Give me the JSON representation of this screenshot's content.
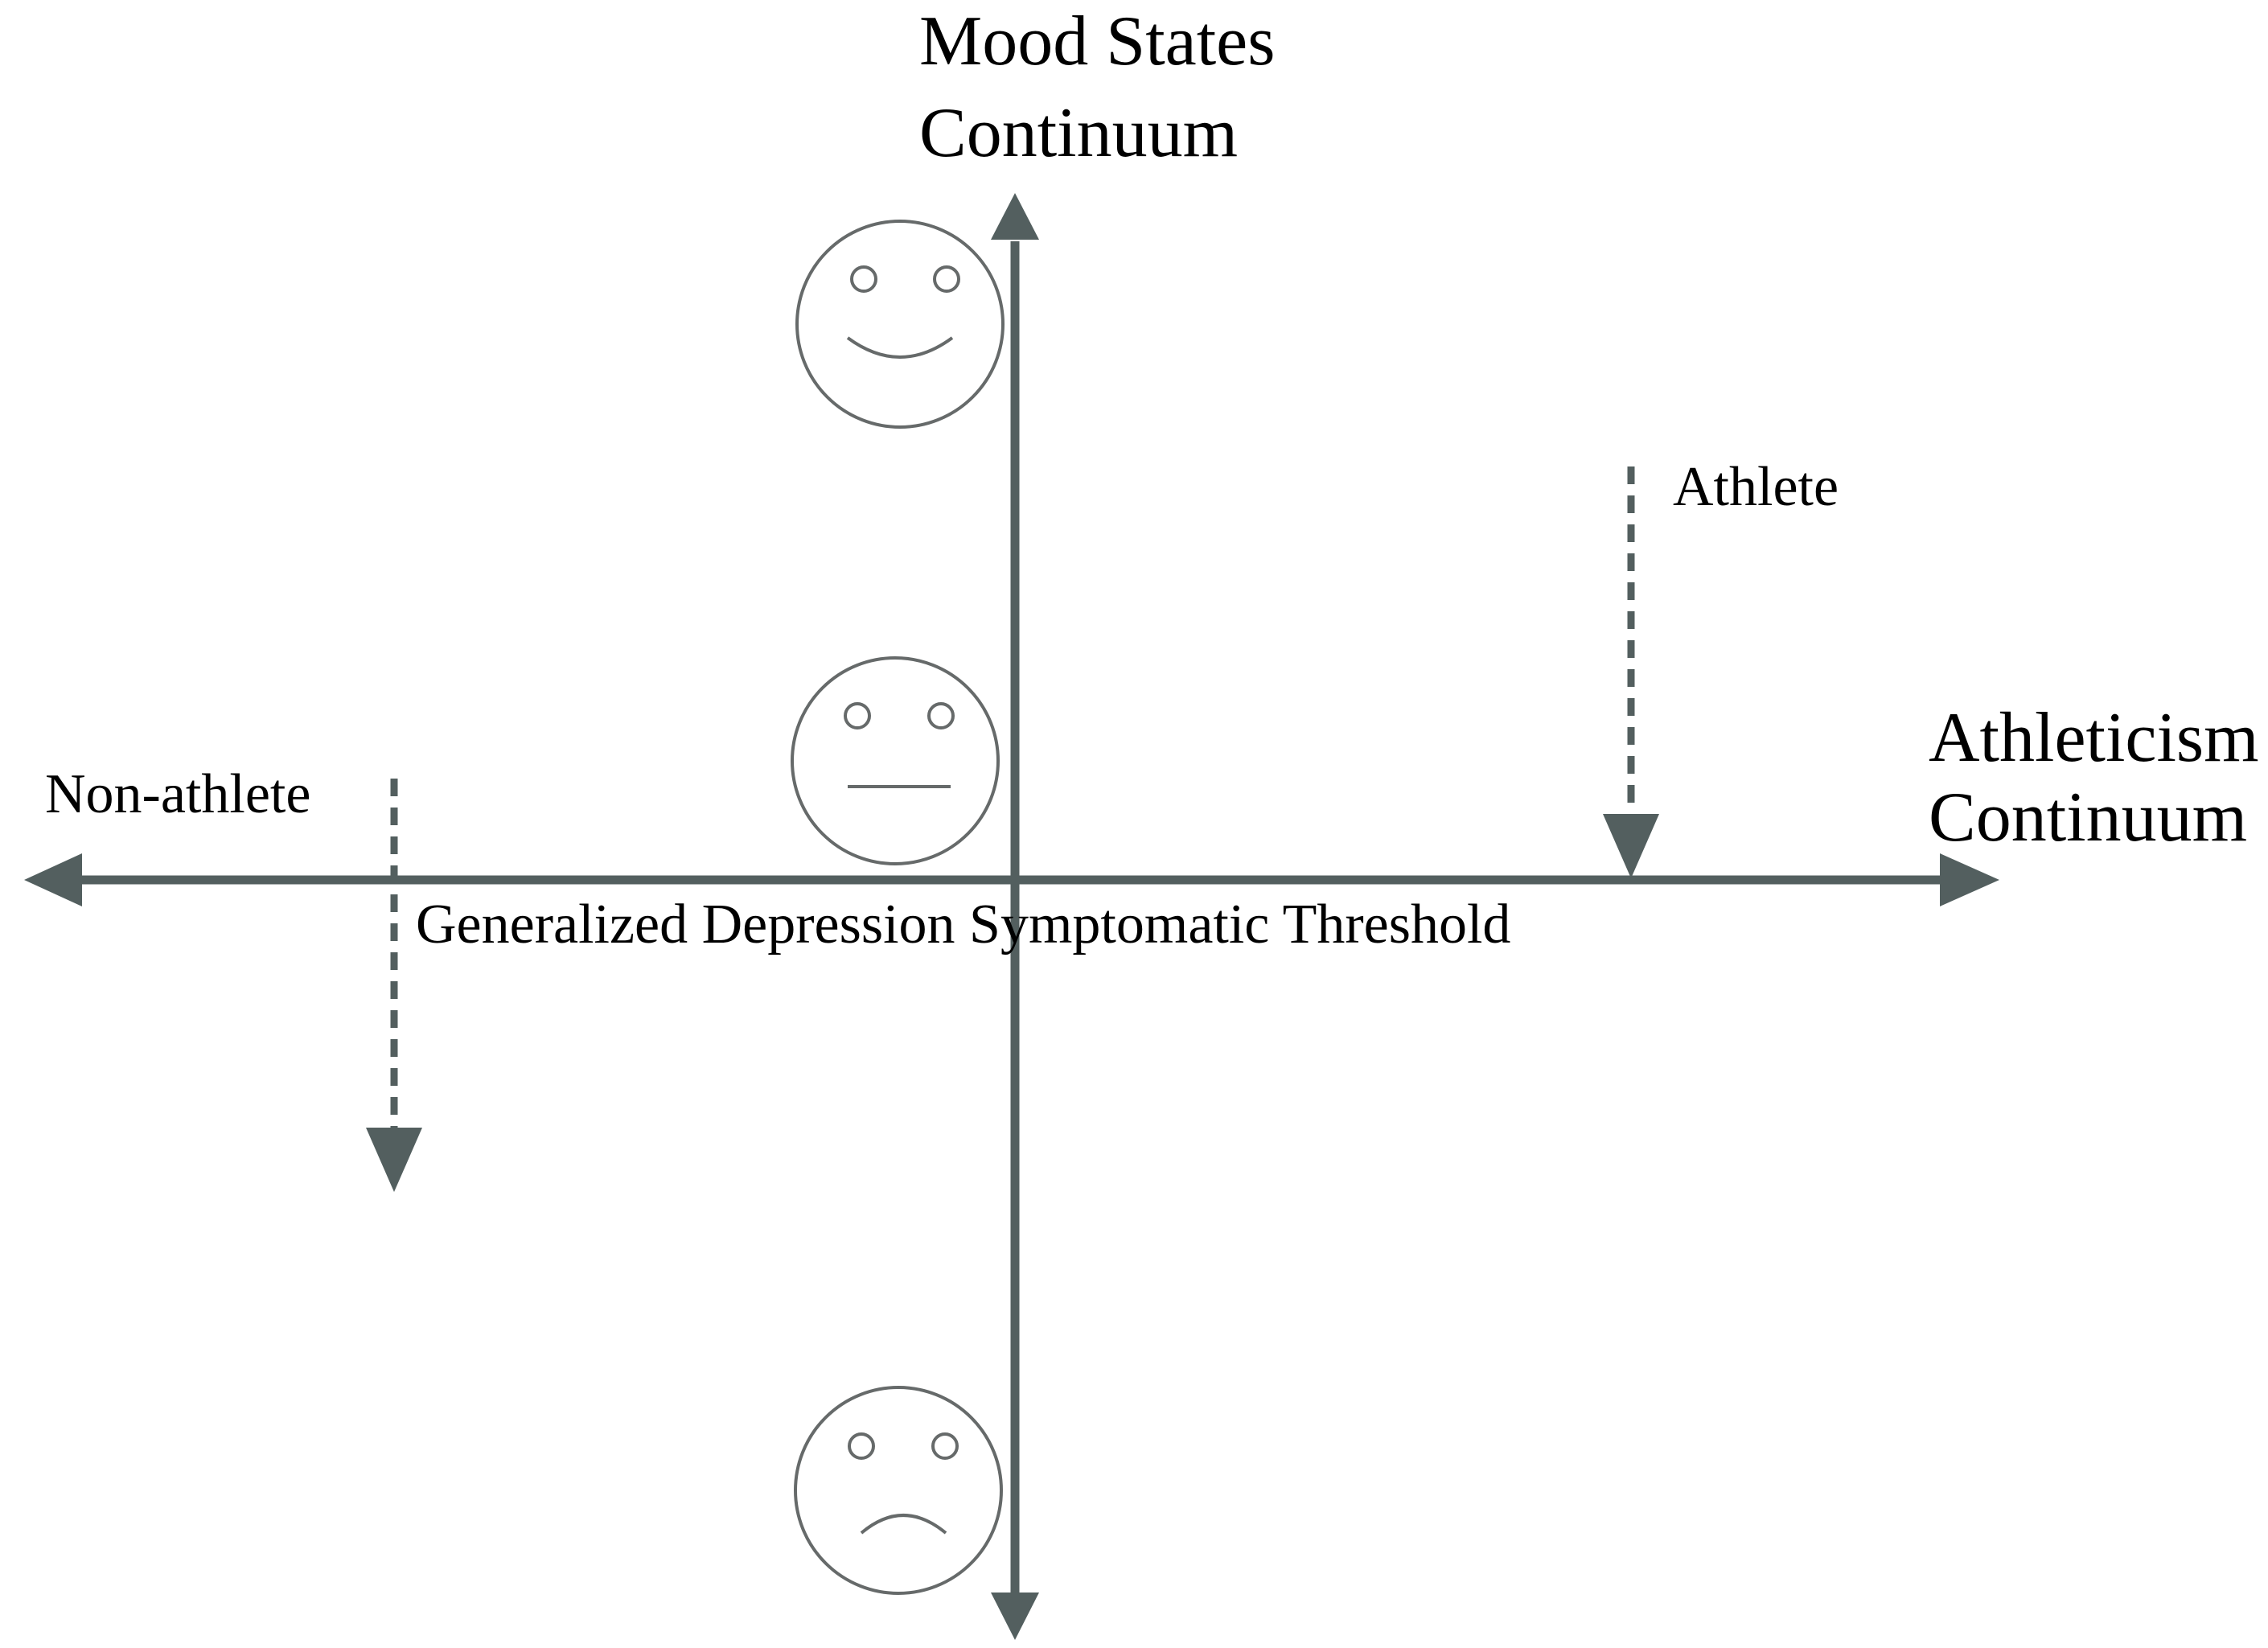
{
  "vertical_axis": {
    "label_line1": "Mood States",
    "label_line2": "Continuum"
  },
  "horizontal_axis": {
    "label_line1": "Athleticism",
    "label_line2": "Continuum"
  },
  "threshold_label": "Generalized Depression Symptomatic Threshold",
  "athlete_label": "Athlete",
  "non_athlete_label": "Non-athlete",
  "faces": [
    "happy-face",
    "neutral-face",
    "sad-face"
  ],
  "colors": {
    "axis": "#535f5f",
    "face_outline": "#666a6a",
    "text": "#000000"
  }
}
